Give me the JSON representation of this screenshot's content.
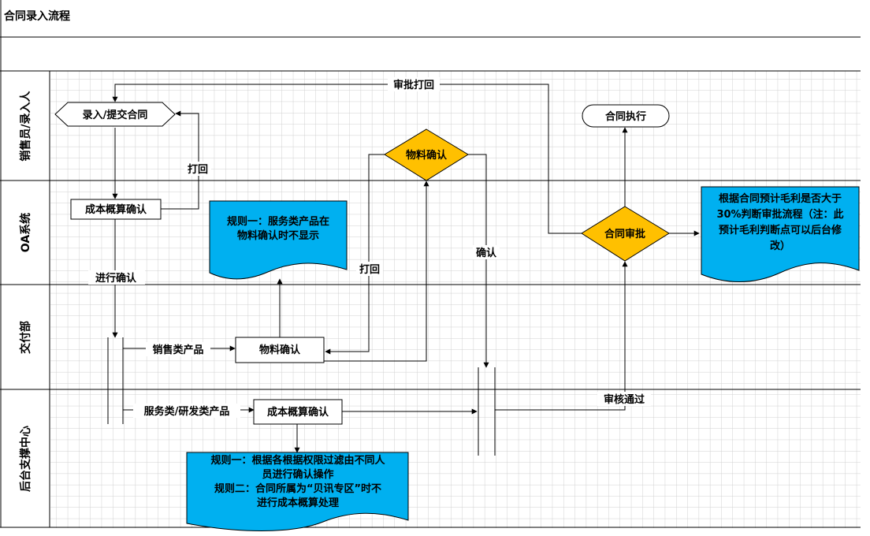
{
  "title": "合同录入流程",
  "lanes": [
    "销售员/录入人",
    "OA系统",
    "交付部",
    "后台支撑中心"
  ],
  "nodes": {
    "submit": "录入/提交合同",
    "cost_estimate_1": "成本概算确认",
    "material_confirm_decision": "物料确认",
    "material_confirm_box": "物料确认",
    "cost_estimate_2": "成本概算确认",
    "contract_approval": "合同审批",
    "contract_execute": "合同执行"
  },
  "notes": {
    "rule_oa": [
      "规则一：服务类产品在",
      "物料确认时不显示"
    ],
    "rule_margin": [
      "根据合同预计毛利是否大于",
      "30%判断审批流程（注：此",
      "预计毛利判断点可以后台修",
      "改）"
    ],
    "rule_backend": [
      "规则一：根据各根据权限过滤由不同人",
      "员进行确认操作",
      "规则二：合同所属为“贝讯专区”时不",
      "进行成本概算处理"
    ]
  },
  "edge_labels": {
    "approval_reject": "审批打回",
    "reject_1": "打回",
    "proceed_confirm": "进行确认",
    "reject_2": "打回",
    "confirm": "确认",
    "sales_products": "销售类产品",
    "service_products": "服务类/研发类产品",
    "audit_pass": "审核通过"
  },
  "colors": {
    "decision_fill": "#ffc000",
    "note_fill": "#00b0f0",
    "grid": "#d0d0d0",
    "line": "#000000"
  }
}
